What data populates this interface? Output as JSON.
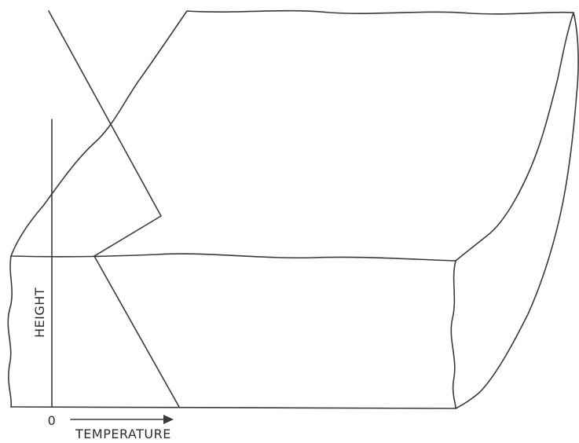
{
  "diagram": {
    "axis_y_label": "HEIGHT",
    "axis_x_label": "TEMPERATURE",
    "origin_label": "0"
  }
}
